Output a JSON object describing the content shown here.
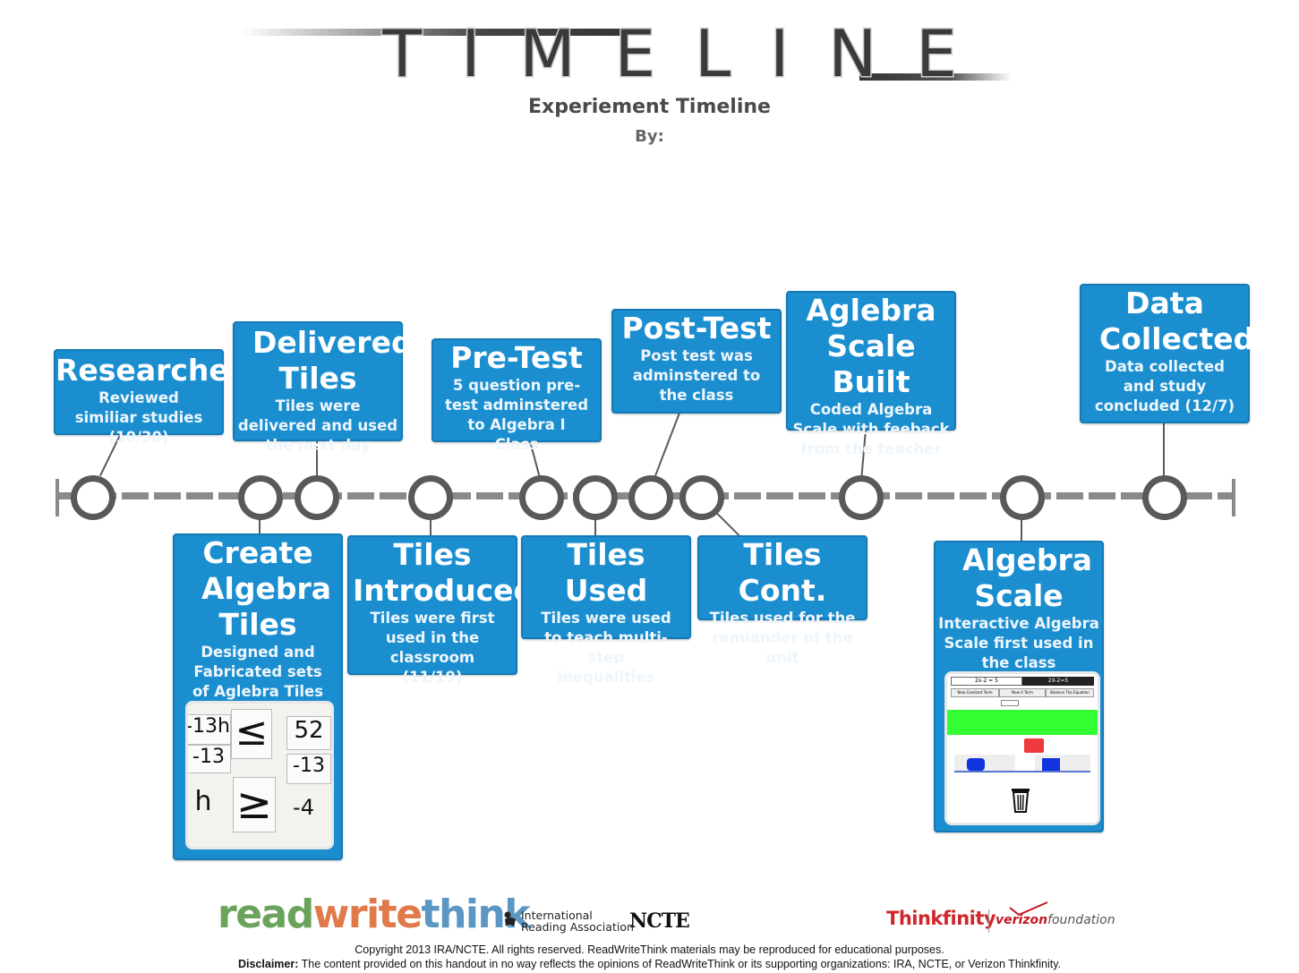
{
  "header": {
    "title": "TIMELINE",
    "subtitle": "Experiement Timeline",
    "byline": "By:"
  },
  "events_above": [
    {
      "title": "Researched",
      "desc": "Reviewed similiar studies (10/30)"
    },
    {
      "title": "Delivered Tiles",
      "desc": "Tiles were delivered and used the next day"
    },
    {
      "title": "Pre-Test",
      "desc": "5 question pre-test adminstered to Algebra I Class"
    },
    {
      "title": "Post-Test",
      "desc": "Post test was adminstered to the class"
    },
    {
      "title": "Aglebra Scale Built",
      "desc": "Coded Algebra Scale with feeback from the teacher"
    },
    {
      "title": "Data Collected",
      "desc": "Data collected and study concluded (12/7)"
    }
  ],
  "events_below": [
    {
      "title": "Create Algebra Tiles",
      "desc": "Designed and Fabricated sets of Aglebra Tiles"
    },
    {
      "title": "Tiles Introduced",
      "desc": "Tiles were first used in the classroom (11/19)"
    },
    {
      "title": "Tiles Used",
      "desc": "Tiles were used to teach multi-step inequalities"
    },
    {
      "title": "Tiles Cont.",
      "desc": "Tiles used for the remiander of the unit"
    },
    {
      "title": "Algebra Scale",
      "desc": "Interactive Algebra Scale first used in the class"
    }
  ],
  "photo_tiles": {
    "t1": "-13h",
    "t2": "≤",
    "t3": "52",
    "t4": "-13",
    "t5": "-13",
    "t6": "h",
    "t7": "≥",
    "t8": "-4"
  },
  "photo_scale": {
    "tab1": "2x-2 = 5",
    "tab2": "2X-2=5",
    "btn1": "New Constant Term",
    "btn2": "New X Term",
    "btn3": "Balance The Equation"
  },
  "footer": {
    "rwt_read": "read",
    "rwt_write": "write",
    "rwt_think": "think",
    "ira_line1": "International",
    "ira_line2": "Reading Association",
    "ncte": "NCTE",
    "thinkfinity": "Thinkfinity",
    "verizon": "verizon",
    "foundation": "foundation",
    "copyright": "Copyright 2013 IRA/NCTE. All rights reserved. ReadWriteThink materials may be reproduced for educational purposes.",
    "disclaimer_label": "Disclaimer:",
    "disclaimer_text": " The content provided on this handout in no way reflects the opinions of ReadWriteThink or its supporting organizations: IRA, NCTE, or Verizon Thinkfinity."
  },
  "colors": {
    "card_bg": "#1b8ed0",
    "node_ring": "#595959",
    "timeline": "#8a8a8a"
  }
}
